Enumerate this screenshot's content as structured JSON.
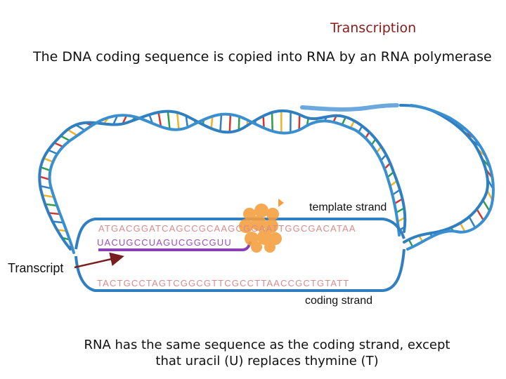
{
  "title": "Transcription",
  "subtitle": "The DNA coding sequence is copied into RNA by an RNA polymerase",
  "labels": {
    "template_strand": "template strand",
    "transcript": "Transcript",
    "coding_strand": "coding strand"
  },
  "sequences": {
    "template": "ATGACGGATCAGCCGCAAGCGGAATTGGCGACATAA",
    "rna": "UACUGCCUAGUCGGCGUU",
    "coding": "TACTGCCTAGTCGGCGTTCGCCTTAACCGCTGTATT"
  },
  "footer": {
    "line1": "RNA has the same sequence as the coding strand, except",
    "line2": "that uracil (U) replaces thymine (T)"
  },
  "colors": {
    "title": "#8b1a1a",
    "backbone": "#2f7fc1",
    "rna": "#8a3fb5",
    "polymerase": "#f4a040",
    "arrow": "#7a1f1f"
  }
}
